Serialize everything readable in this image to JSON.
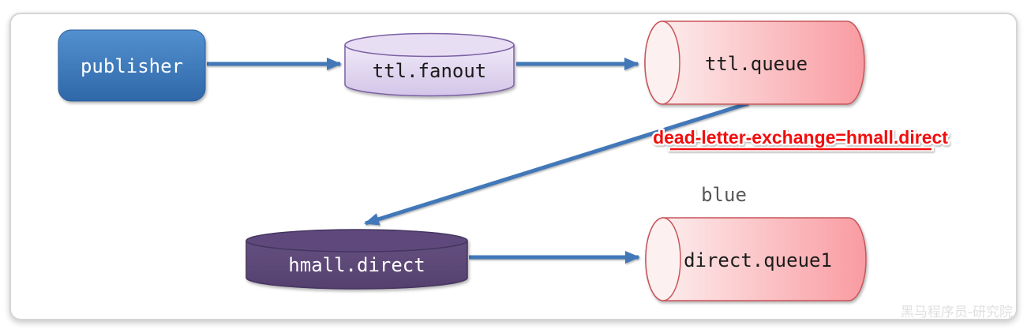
{
  "diagram": {
    "nodes": {
      "publisher": {
        "label": "publisher",
        "type": "rounded-rect",
        "fill": "#3b74b5",
        "border": "#2b5e9d",
        "text_color": "#ffffff"
      },
      "ttl_fanout": {
        "label": "ttl.fanout",
        "type": "cylinder-vertical",
        "fill": "#e3d8f1",
        "border": "#7c61a4",
        "text_color": "#1a1a1a"
      },
      "ttl_queue": {
        "label": "ttl.queue",
        "type": "cylinder-horizontal",
        "fill": "#fa9ba0",
        "border": "#c8545a",
        "text_color": "#1a1a1a"
      },
      "hmall_direct": {
        "label": "hmall.direct",
        "type": "cylinder-vertical",
        "fill": "#5d4979",
        "border": "#453460",
        "text_color": "#ffffff"
      },
      "direct_queue1": {
        "label": "direct.queue1",
        "type": "cylinder-horizontal",
        "fill": "#fa9ba0",
        "border": "#c8545a",
        "text_color": "#1a1a1a"
      }
    },
    "edges": [
      {
        "from": "publisher",
        "to": "ttl.fanout"
      },
      {
        "from": "ttl.fanout",
        "to": "ttl.queue"
      },
      {
        "from": "ttl.queue",
        "to": "hmall.direct"
      },
      {
        "from": "hmall.direct",
        "to": "direct.queue1"
      }
    ],
    "edge_color": "#4278b8",
    "annotations": {
      "dead_letter": {
        "text": "dead-letter-exchange=hmall.direct",
        "color": "#f30b0b",
        "underline": true
      },
      "queue_color_note": {
        "text": "blue",
        "color": "#58585a"
      }
    },
    "watermark": {
      "text": "黑马程序员-研究院",
      "color": "#e0e0e0"
    }
  }
}
